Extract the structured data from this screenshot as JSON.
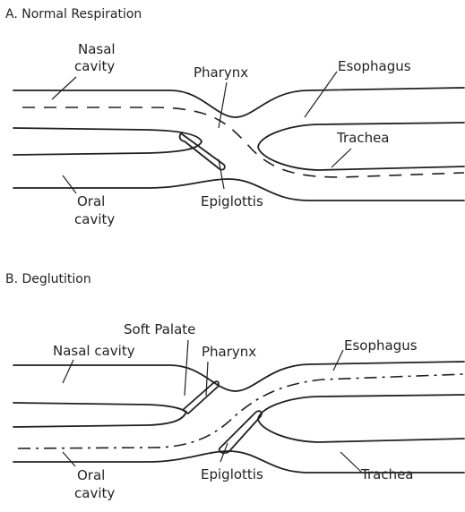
{
  "panel_a": {
    "title": "A. Normal Respiration",
    "labels": {
      "nasal_cavity_line1": "Nasal",
      "nasal_cavity_line2": "cavity",
      "pharynx": "Pharynx",
      "esophagus": "Esophagus",
      "trachea": "Trachea",
      "oral_cavity_line1": "Oral",
      "oral_cavity_line2": "cavity",
      "epiglottis": "Epiglottis"
    },
    "airflow_line_style": "dashed"
  },
  "panel_b": {
    "title": "B. Deglutition",
    "labels": {
      "soft_palate": "Soft Palate",
      "nasal_cavity": "Nasal cavity",
      "pharynx": "Pharynx",
      "esophagus": "Esophagus",
      "oral_cavity_line1": "Oral",
      "oral_cavity_line2": "cavity",
      "epiglottis": "Epiglottis",
      "trachea": "Trachea"
    },
    "bolus_line_style": "dash-dot"
  },
  "colors": {
    "stroke": "#231f20",
    "background": "#ffffff"
  }
}
